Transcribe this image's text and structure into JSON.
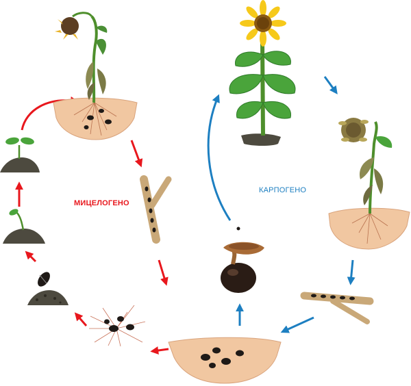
{
  "labels": {
    "myc": "МИЦЕЛОГЕНО",
    "carp": "КАРПОГЕНО"
  },
  "colors": {
    "myc": "#e8171d",
    "carp": "#1d7fc1",
    "soil": "#f1c7a1",
    "soil_dark": "#d9a37c",
    "stem": "#4e8f2c",
    "leaf": "#4aa43b",
    "leaf_dark": "#2e7a29",
    "petal": "#f6c91a",
    "sclerotium": "#1f1a17",
    "stalk": "#c9a878"
  },
  "cycles": [
    {
      "name": "myc",
      "icons": [
        "wilted-sunflower-icon",
        "infected-stalk-icon",
        "mycelium-sclerotia-icon",
        "seed-icon",
        "seedling-icon",
        "sprout-icon"
      ]
    },
    {
      "name": "carp",
      "icons": [
        "soil-sclerotia-icon",
        "apothecium-icon",
        "healthy-sunflower-icon",
        "wilted-sunflower-icon",
        "split-stalk-icon"
      ]
    }
  ]
}
